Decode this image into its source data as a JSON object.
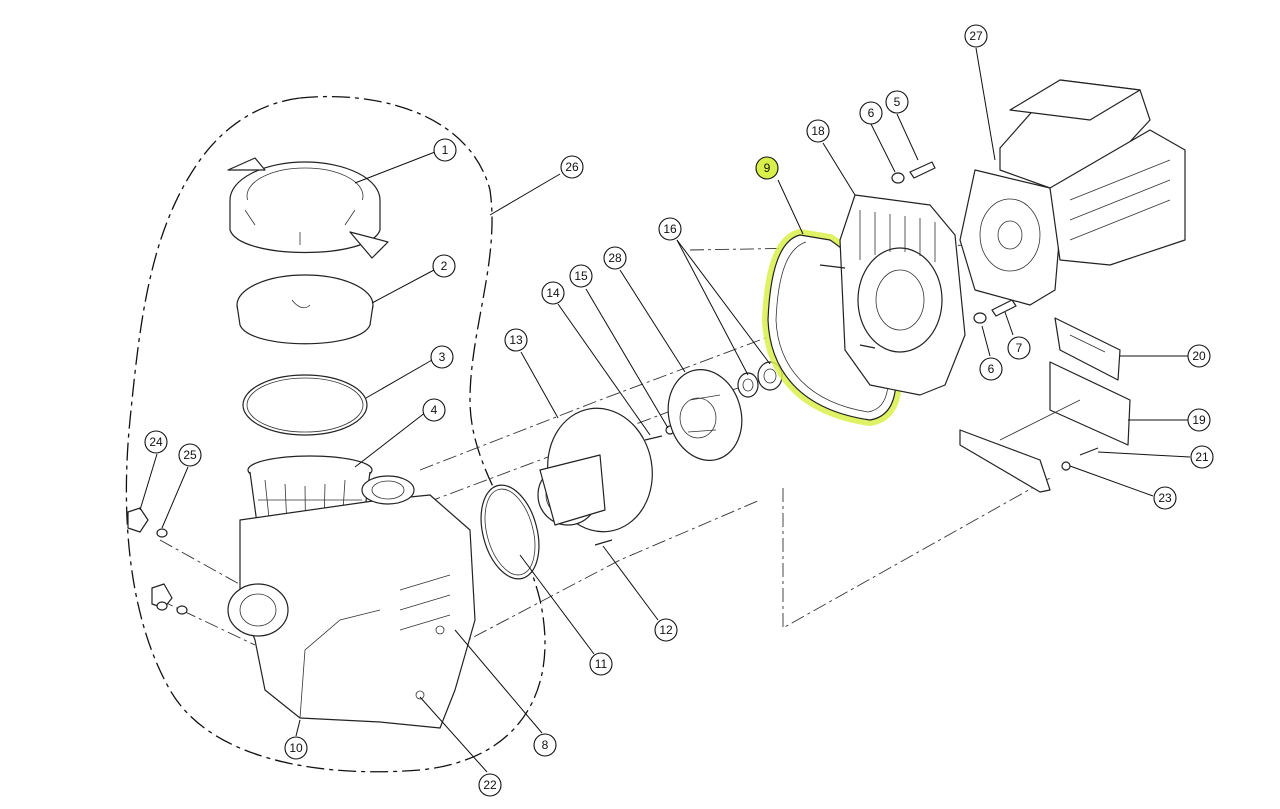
{
  "highlight_color": "#d9f04a",
  "highlighted_part": "9",
  "callouts": [
    {
      "id": "1",
      "label": "1"
    },
    {
      "id": "2",
      "label": "2"
    },
    {
      "id": "3",
      "label": "3"
    },
    {
      "id": "4",
      "label": "4"
    },
    {
      "id": "5",
      "label": "5"
    },
    {
      "id": "6a",
      "label": "6"
    },
    {
      "id": "6b",
      "label": "6"
    },
    {
      "id": "7",
      "label": "7"
    },
    {
      "id": "8",
      "label": "8"
    },
    {
      "id": "9",
      "label": "9"
    },
    {
      "id": "10",
      "label": "10"
    },
    {
      "id": "11",
      "label": "11"
    },
    {
      "id": "12",
      "label": "12"
    },
    {
      "id": "13",
      "label": "13"
    },
    {
      "id": "14",
      "label": "14"
    },
    {
      "id": "15",
      "label": "15"
    },
    {
      "id": "16",
      "label": "16"
    },
    {
      "id": "18",
      "label": "18"
    },
    {
      "id": "19",
      "label": "19"
    },
    {
      "id": "20",
      "label": "20"
    },
    {
      "id": "21",
      "label": "21"
    },
    {
      "id": "22",
      "label": "22"
    },
    {
      "id": "23",
      "label": "23"
    },
    {
      "id": "24",
      "label": "24"
    },
    {
      "id": "25",
      "label": "25"
    },
    {
      "id": "26",
      "label": "26"
    },
    {
      "id": "27",
      "label": "27"
    },
    {
      "id": "28",
      "label": "28"
    }
  ]
}
